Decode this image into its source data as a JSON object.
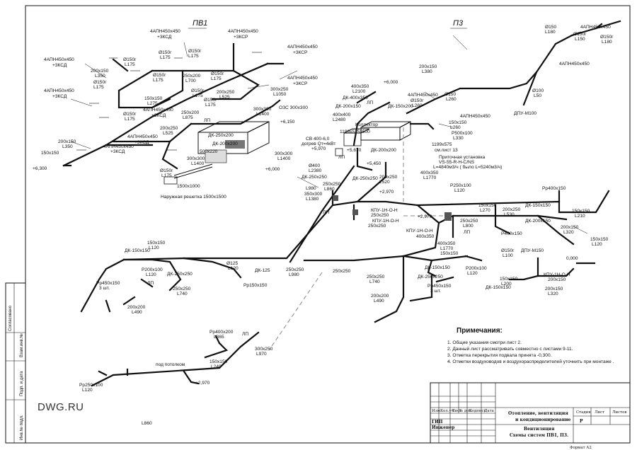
{
  "systems": {
    "pv1_title": "ПВ1",
    "p3_title": "П3"
  },
  "pv1_labels": [
    "4АПН450х450",
    "+3КСД",
    "4АПН450х450",
    "+3КСР",
    "Ø150г",
    "L175",
    "Ø150г",
    "L175",
    "4АПН450х450",
    "+3КСР",
    "4АПН450х450",
    "+3КСД",
    "200х150",
    "L350",
    "Ø150г",
    "L175",
    "Ø150г",
    "L175",
    "250х200",
    "L700",
    "Ø150г",
    "L175",
    "Ø150г",
    "L175",
    "4АПН450х450",
    "+3КСР",
    "4АПН450х450",
    "+3КСД",
    "150х150",
    "L275",
    "200х250",
    "L525",
    "300х250",
    "L1050",
    "Ø150г",
    "L175",
    "4АПН450х450",
    "+3КСД",
    "250х200",
    "L875",
    "Ø150г",
    "L175",
    "300х300",
    "L1400",
    "ОЗС 300х300",
    "ЛП",
    "Ø150г",
    "L175",
    "200х250",
    "L525",
    "ДК-250х200",
    "ДК-200х200",
    "4АПН450х450",
    "+3КСД",
    "4АПН450х450",
    "+3КСД",
    "200х150",
    "L350",
    "500х220",
    "300х300",
    "L1400",
    "150х150",
    "Ø150г",
    "L175",
    "+6,150",
    "300х300",
    "L1400",
    "+6,300",
    "+6,000",
    "1500х1000",
    "Наружная решетка 1500х1500"
  ],
  "p3_labels": [
    "Ø150",
    "L180",
    "Ø150г",
    "L150",
    "Ø150г",
    "L180",
    "4АПН450х450",
    "4АПН450х450",
    "200х150",
    "L380",
    "Ø100",
    "L50",
    "ДПУ-М100",
    "+6,000",
    "400х350",
    "L2100",
    "ДК-400х350",
    "ЛП",
    "4АПН450х450",
    "Ø150г",
    "L260",
    "Ø150",
    "L260",
    "ДК-200х150",
    "ДК-150х200",
    "400х400",
    "L2480",
    "4АПН450х450",
    "Коллектор",
    "1199х575х600",
    "150х150",
    "L260",
    "Р500х100",
    "L330",
    "СВ 400-6,0",
    "догрев Qт=4кВт",
    "+5,970",
    "+5,670",
    "1199х575",
    "см.лист 13",
    "ДК-200х200",
    "Приточная установка",
    "VS-55-R-H-C/NS",
    "L=4840м3/ч ( было L=5240м3/ч)",
    "Ø400",
    "L2380",
    "ЛП",
    "+5,450",
    "ДК-250х250",
    "ДК-250х250",
    "250х250",
    "L860",
    "200х250",
    "L520",
    "400х350",
    "L1770",
    "L980",
    "350х300",
    "L1380",
    "+2,970",
    "Р250х100",
    "L120",
    "Рр400х150",
    "ЛП",
    "КПУ-1Н-О-Н",
    "250х250",
    "КПУ-1Н-О-Н",
    "250х250",
    "150х150",
    "L270",
    "200х250",
    "L530",
    "ДК-150х150",
    "150х150",
    "L210",
    "+2,970",
    "250х250",
    "L800",
    "ЛП",
    "ДК-200х150",
    "Р400х150",
    "200х150",
    "L320",
    "КПУ-1Н-О-Н",
    "400х350",
    "150х150",
    "L120",
    "400х350",
    "L1770",
    "150х150",
    "Ø150г",
    "L100",
    "ДПУ-М150",
    "0,000",
    "ДК-150х150",
    "Р200х100",
    "L120",
    "ДК-250х250",
    "150х150",
    "L200",
    "КПУ-1Н-О-Н",
    "200х150",
    "ДК-150х150",
    "200х150",
    "L320",
    "250х250",
    "L740",
    "200х200",
    "L490",
    "Рр450х150",
    "3 шт.",
    "250х250",
    "L860"
  ],
  "lower_labels": [
    "150х150",
    "L120",
    "ДК-150х150",
    "Р200х100",
    "L120",
    "ДК-250х250",
    "Ø125",
    "L120",
    "ДК-125",
    "250х250",
    "L980",
    "Рр450х150",
    "3 шт.",
    "ЛП",
    "250х250",
    "L740",
    "Рр150х150",
    "200х200",
    "L490",
    "Рр400х200",
    "L365",
    "ЛП",
    "300х250",
    "L970",
    "под потолком",
    "150х150",
    "L240",
    "Рр250х100",
    "L120",
    "+2,970"
  ],
  "notes": {
    "heading": "Примечания:",
    "items": [
      "1.    Общие указания смотри лист 2.",
      "2.    Данный лист рассматривать совместно с листами  9-11.",
      "3.    Отметка перекрытия подвала принята  -0,300.",
      "4.    Отметки воздуховодов и воздухораспределителей уточнить при монтаже ."
    ]
  },
  "title_block": {
    "col_headers": [
      "Изм.",
      "Кол.уч",
      "Лист",
      "№ док.",
      "Подпись",
      "Дата"
    ],
    "gip": "ГИП",
    "engineer": "Инженер",
    "project": "Отопление, вентиляция и кондиционирование",
    "sheet_title": "Вентиляция Схемы систем ПВ1, П3.",
    "stage_h": "Стадия",
    "sheet_h": "Лист",
    "sheets_h": "Листов",
    "stage": "Р",
    "format": "Формат А2"
  },
  "left_strip": [
    "Согласовано",
    "Взам.инв.№",
    "Подп. и дата",
    "Инв.№ подл."
  ],
  "watermark": "DWG.RU"
}
